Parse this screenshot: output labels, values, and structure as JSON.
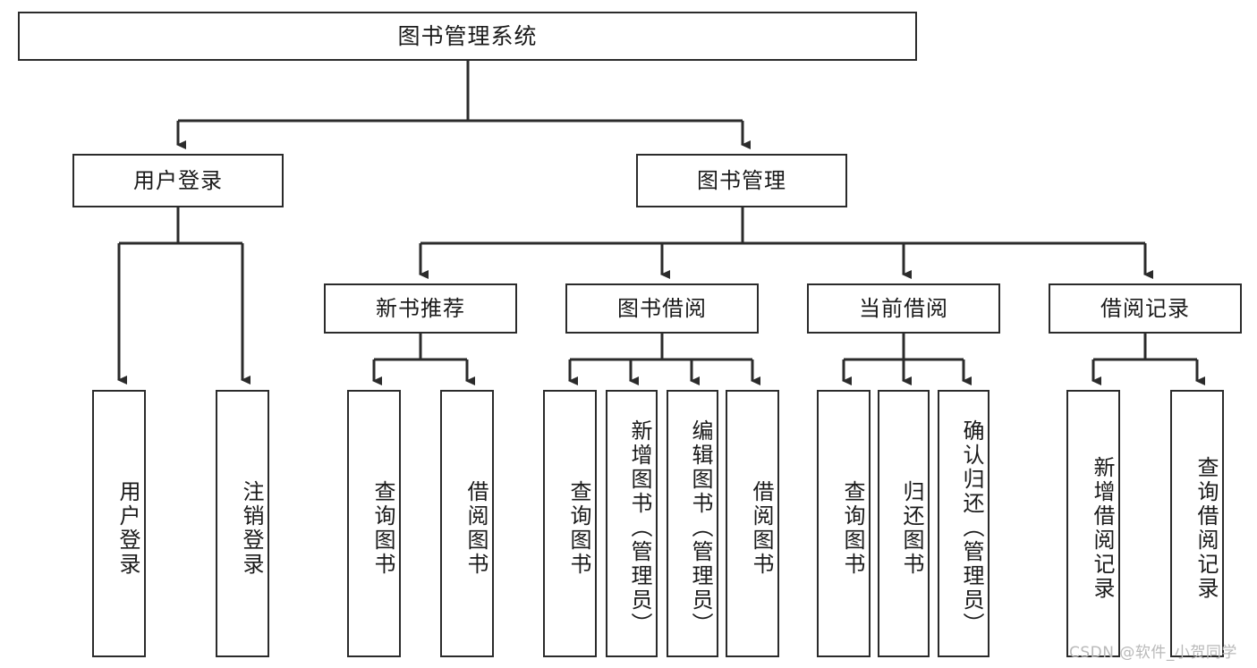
{
  "diagram": {
    "title_node": {
      "label": "图书管理系统"
    },
    "level2": [
      {
        "label": "用户登录"
      },
      {
        "label": "图书管理"
      }
    ],
    "level3": [
      {
        "label": "新书推荐"
      },
      {
        "label": "图书借阅"
      },
      {
        "label": "当前借阅"
      },
      {
        "label": "借阅记录"
      }
    ],
    "leaves": {
      "user_login": [
        {
          "label": "用户登录"
        },
        {
          "label": "注销登录"
        }
      ],
      "new_book_recommend": [
        {
          "label": "查询图书"
        },
        {
          "label": "借阅图书"
        }
      ],
      "book_borrow": [
        {
          "label": "查询图书"
        },
        {
          "label": "新增图书（管理员）"
        },
        {
          "label": "编辑图书（管理员）"
        },
        {
          "label": "借阅图书"
        }
      ],
      "current_borrow": [
        {
          "label": "查询图书"
        },
        {
          "label": "归还图书"
        },
        {
          "label": "确认归还（管理员）"
        }
      ],
      "borrow_record": [
        {
          "label": "新增借阅记录"
        },
        {
          "label": "查询借阅记录"
        }
      ]
    }
  },
  "watermark": {
    "text": "CSDN @软件_小贺同学"
  },
  "colors": {
    "stroke": "#2b2b2b",
    "background": "#ffffff",
    "text": "#1a1a1a",
    "watermark": "#b9b9b9"
  }
}
